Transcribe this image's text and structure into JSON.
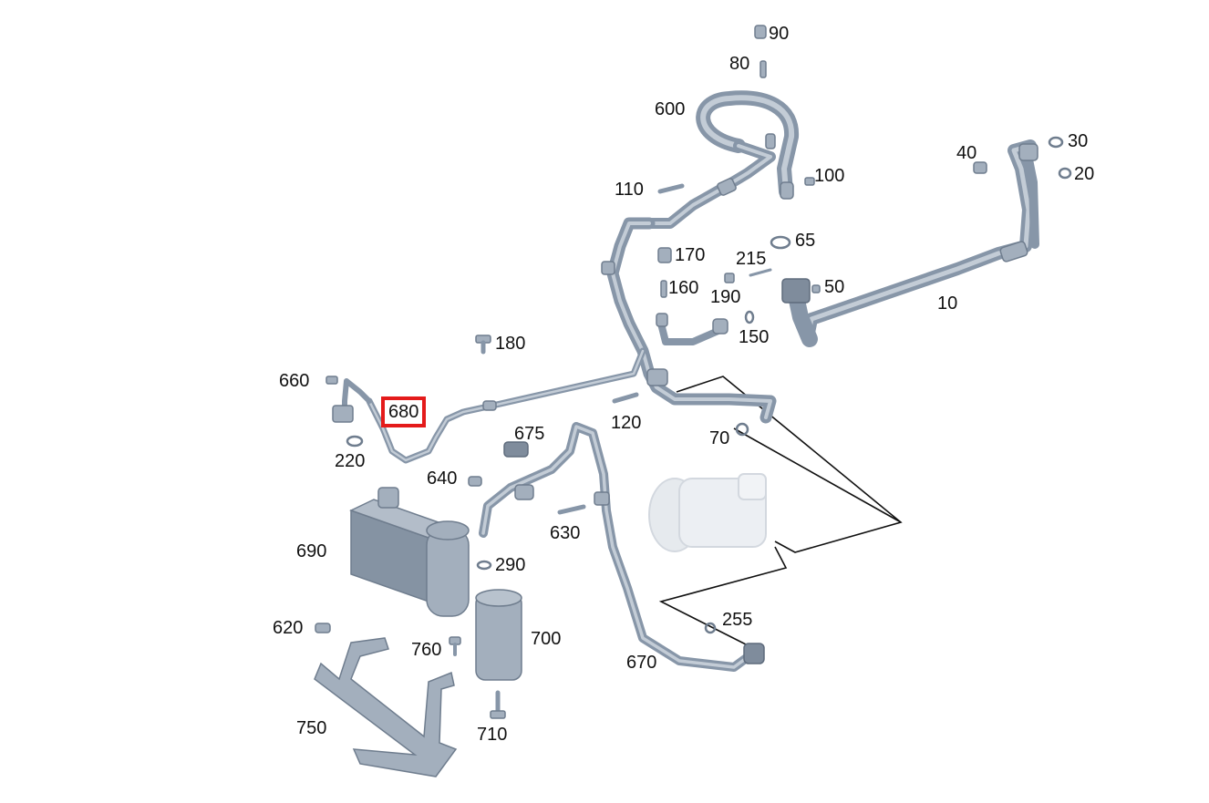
{
  "callouts": [
    {
      "id": "10",
      "text": "10"
    },
    {
      "id": "20",
      "text": "20"
    },
    {
      "id": "30",
      "text": "30"
    },
    {
      "id": "40",
      "text": "40"
    },
    {
      "id": "50",
      "text": "50"
    },
    {
      "id": "65",
      "text": "65"
    },
    {
      "id": "70",
      "text": "70"
    },
    {
      "id": "80",
      "text": "80"
    },
    {
      "id": "90",
      "text": "90"
    },
    {
      "id": "100",
      "text": "100"
    },
    {
      "id": "110",
      "text": "110"
    },
    {
      "id": "120",
      "text": "120"
    },
    {
      "id": "150",
      "text": "150"
    },
    {
      "id": "160",
      "text": "160"
    },
    {
      "id": "170",
      "text": "170"
    },
    {
      "id": "180",
      "text": "180"
    },
    {
      "id": "190",
      "text": "190"
    },
    {
      "id": "215",
      "text": "215"
    },
    {
      "id": "220",
      "text": "220"
    },
    {
      "id": "255",
      "text": "255"
    },
    {
      "id": "290",
      "text": "290"
    },
    {
      "id": "600",
      "text": "600"
    },
    {
      "id": "620",
      "text": "620"
    },
    {
      "id": "630",
      "text": "630"
    },
    {
      "id": "640",
      "text": "640"
    },
    {
      "id": "660",
      "text": "660"
    },
    {
      "id": "670",
      "text": "670"
    },
    {
      "id": "675",
      "text": "675"
    },
    {
      "id": "680",
      "text": "680",
      "highlighted": true
    },
    {
      "id": "690",
      "text": "690"
    },
    {
      "id": "700",
      "text": "700"
    },
    {
      "id": "710",
      "text": "710"
    },
    {
      "id": "750",
      "text": "750"
    },
    {
      "id": "760",
      "text": "760"
    }
  ],
  "highlight_color": "#e41b1b",
  "part_color": "#a3afbd"
}
